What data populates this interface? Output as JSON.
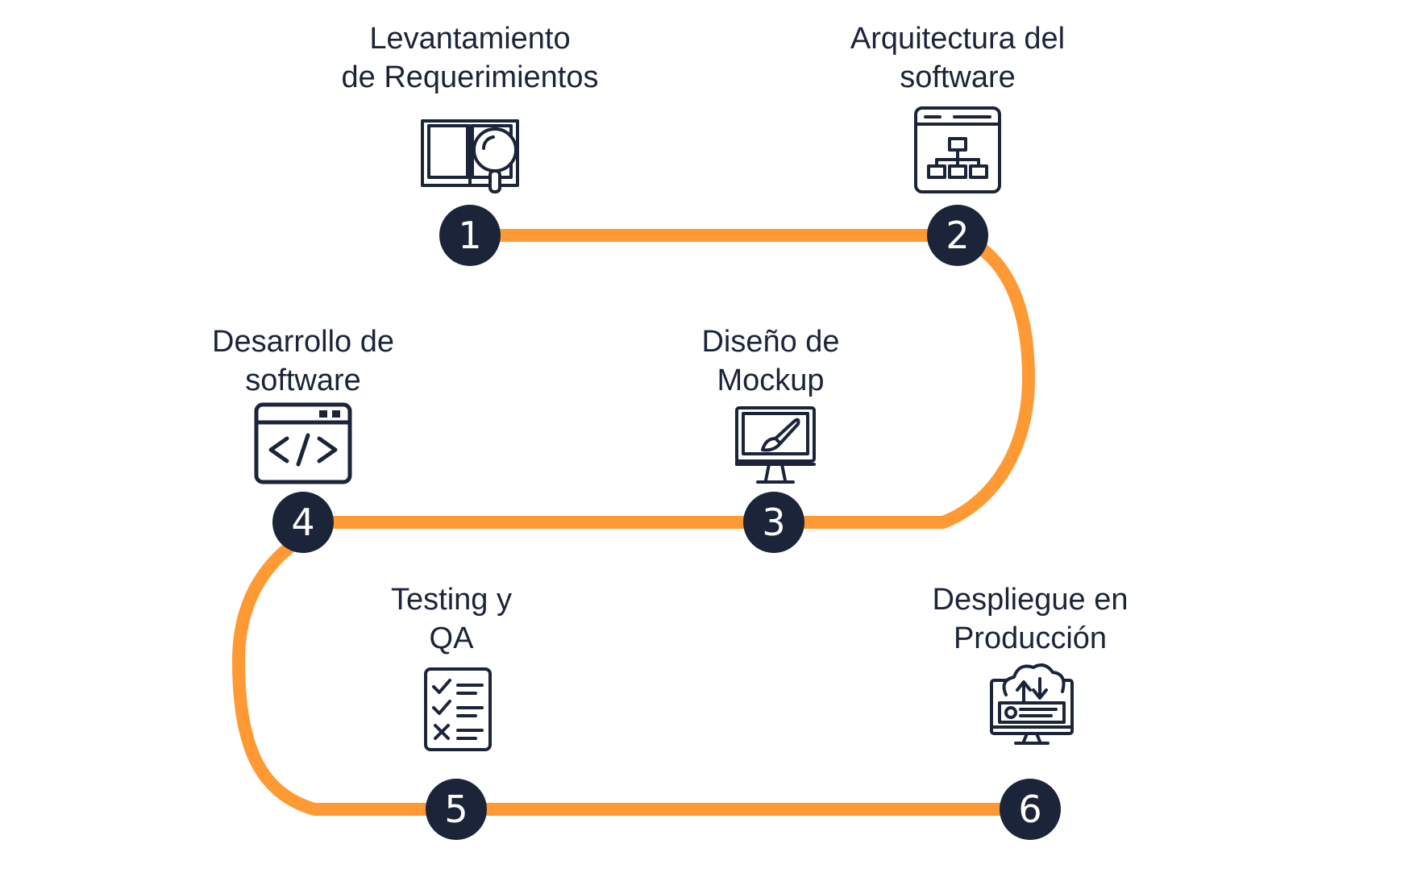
{
  "colors": {
    "path": "#ff9933",
    "node": "#1b2438",
    "node_text": "#ffffff",
    "text": "#1b2438",
    "background": "#ffffff"
  },
  "steps": [
    {
      "number": "1",
      "line1": "Levantamiento",
      "line2": "de Requerimientos",
      "icon": "book-magnifier-icon"
    },
    {
      "number": "2",
      "line1": "Arquitectura del",
      "line2": "software",
      "icon": "sitemap-window-icon"
    },
    {
      "number": "3",
      "line1": "Diseño de",
      "line2": "Mockup",
      "icon": "monitor-paintbrush-icon"
    },
    {
      "number": "4",
      "line1": "Desarrollo de",
      "line2": "software",
      "icon": "code-window-icon"
    },
    {
      "number": "5",
      "line1": "Testing y",
      "line2": "QA",
      "icon": "checklist-icon"
    },
    {
      "number": "6",
      "line1": "Despliegue en",
      "line2": "Producción",
      "icon": "cloud-deploy-monitor-icon"
    }
  ]
}
